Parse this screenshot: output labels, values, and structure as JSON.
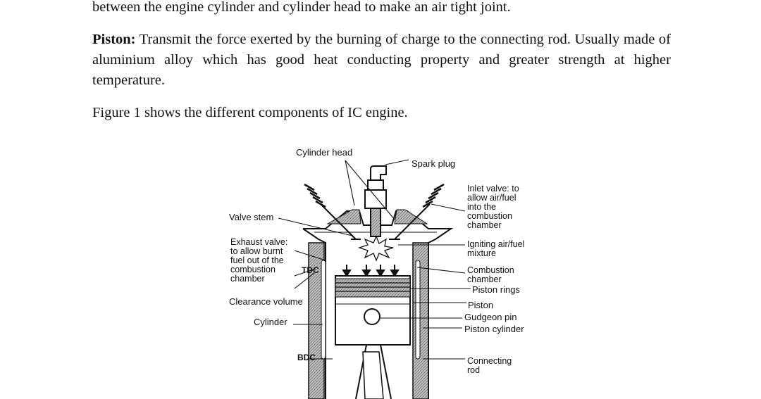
{
  "text": {
    "line_top": "between the engine cylinder and cylinder head to make an air tight joint.",
    "piston_heading": "Piston:",
    "piston_body": "Transmit the force exerted by the burning of charge to the connecting rod. Usually made of aluminium alloy which has good heat conducting property and greater strength at higher temperature.",
    "figure_intro": "Figure 1 shows the different components of IC engine."
  },
  "figure": {
    "labels": {
      "cylinder_head": "Cylinder head",
      "spark_plug": "Spark plug",
      "inlet_valve": [
        "Inlet valve: to",
        "allow air/fuel",
        "into the",
        "combustion",
        "chamber"
      ],
      "valve_stem": "Valve stem",
      "exhaust_valve": [
        "Exhaust valve:",
        "to allow burnt",
        "fuel out of the",
        "combustion",
        "chamber"
      ],
      "tdc": "TDC",
      "igniting": [
        "Igniting air/fuel",
        "mixture"
      ],
      "combustion_chamber": [
        "Combustion",
        "chamber"
      ],
      "piston_rings": "Piston rings",
      "clearance_volume": "Clearance volume",
      "piston": "Piston",
      "gudgeon_pin": "Gudgeon pin",
      "piston_cylinder": "Piston cylinder",
      "cylinder": "Cylinder",
      "bdc": "BDC",
      "connecting_rod": [
        "Connecting",
        "rod"
      ]
    }
  }
}
